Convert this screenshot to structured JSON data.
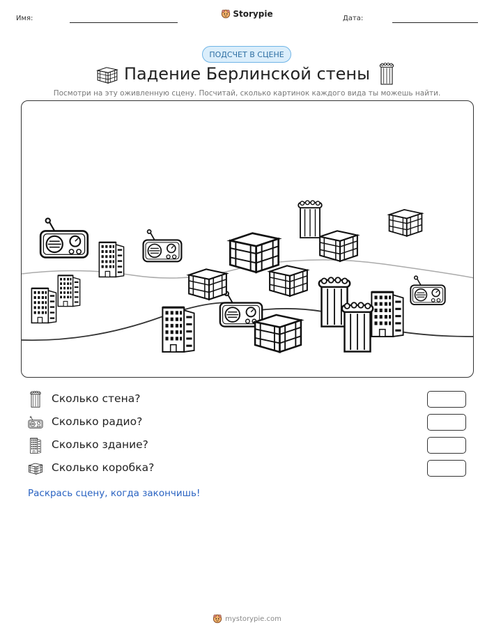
{
  "header": {
    "name_label": "Имя:",
    "date_label": "Дата:",
    "logo_text": "Storypie"
  },
  "badge": "ПОДСЧЕТ В СЦЕНЕ",
  "title": "Падение Берлинской стены",
  "subtitle": "Посмотри на эту оживленную сцену. Посчитай, сколько картинок каждого вида ты можешь найти.",
  "questions": [
    {
      "icon": "wall-icon",
      "text": "Сколько стена?"
    },
    {
      "icon": "radio-icon",
      "text": "Сколько радио?"
    },
    {
      "icon": "building-icon",
      "text": "Сколько здание?"
    },
    {
      "icon": "crate-icon",
      "text": "Сколько коробка?"
    }
  ],
  "note": "Раскрась сцену, когда закончишь!",
  "footer": "mystorypie.com",
  "colors": {
    "accent_blue": "#2a63c2",
    "badge_bg": "#dbeefb",
    "badge_border": "#6fb4e6"
  }
}
